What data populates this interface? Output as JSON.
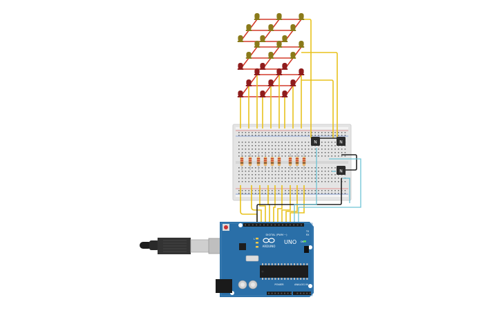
{
  "colors": {
    "background": "#ffffff",
    "wire_yellow": "#e8c21c",
    "wire_red": "#d23a2a",
    "wire_black": "#222222",
    "wire_cyan": "#6cc3d5",
    "led_red": "#8f1d1d",
    "led_olive": "#8a7a1a",
    "breadboard": "#e6e6e6",
    "arduino_blue": "#2a6fa8",
    "transistor": "#2b2b2b"
  },
  "transistors": [
    {
      "label": "N"
    },
    {
      "label": "N"
    },
    {
      "label": "N"
    }
  ],
  "arduino": {
    "brand_label": "ARDUINO",
    "model_label": "UNO",
    "digital_label": "DIGITAL (PWM ~)",
    "power_label": "POWER",
    "analog_label": "ANALOG IN",
    "tx_label": "TX",
    "rx_label": "RX",
    "l_label": "L",
    "on_label": "ON"
  },
  "usb_cable": {
    "icon": "usb-plug-icon"
  }
}
